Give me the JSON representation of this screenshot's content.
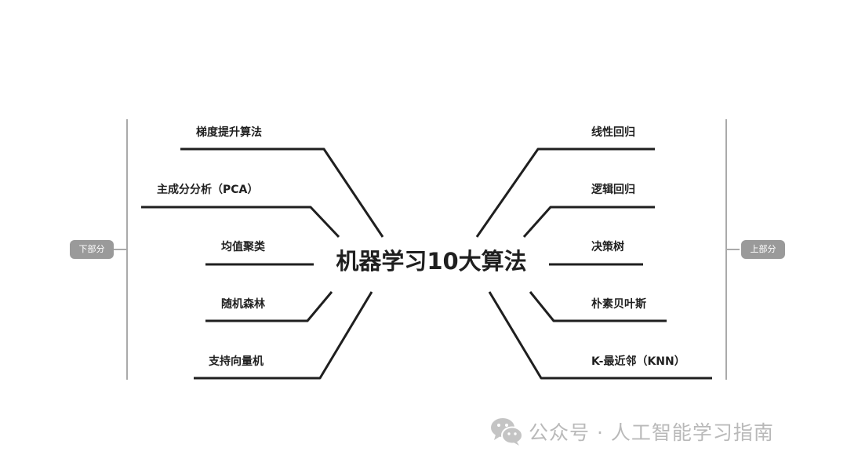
{
  "center": {
    "title": "机器学习10大算法"
  },
  "left_group": {
    "tag": "下部分",
    "branches": [
      "梯度提升算法",
      "主成分分析（PCA）",
      "均值聚类",
      "随机森林",
      "支持向量机"
    ]
  },
  "right_group": {
    "tag": "上部分",
    "branches": [
      "线性回归",
      "逻辑回归",
      "决策树",
      "朴素贝叶斯",
      "K-最近邻（KNN）"
    ]
  },
  "watermark": {
    "icon": "wechat-icon",
    "text": "公众号 · 人工智能学习指南"
  },
  "colors": {
    "line": "#1f1f1f",
    "bracket": "#aaaaaa",
    "tag_bg": "#9a9a9a",
    "watermark": "#b9b9b9"
  }
}
